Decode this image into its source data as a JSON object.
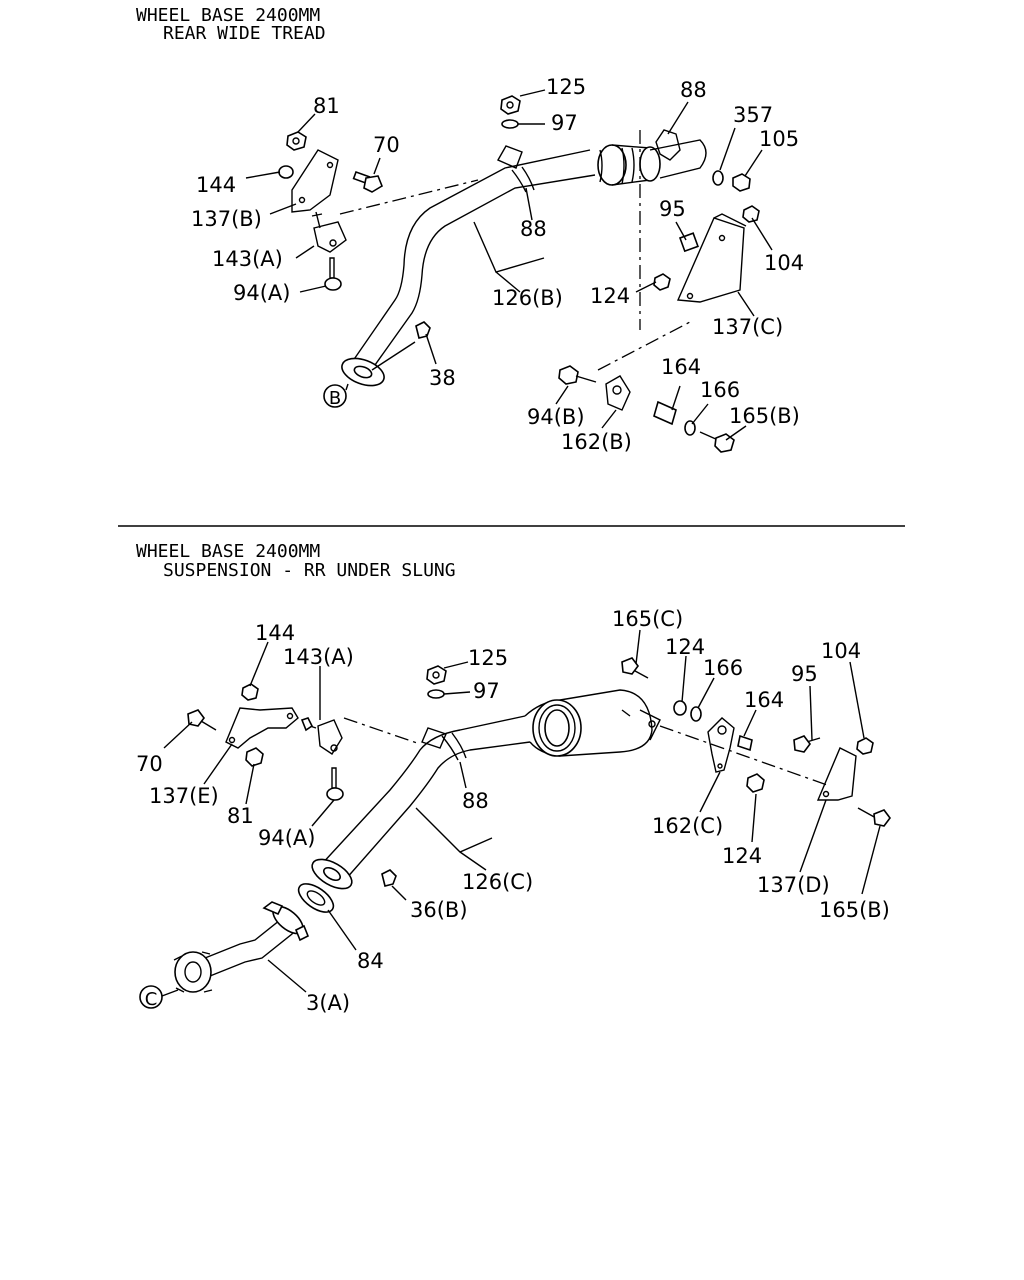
{
  "top": {
    "heading_line1": "WHEEL BASE 2400MM",
    "heading_line2": "REAR WIDE TREAD",
    "labels": {
      "l125": "125",
      "l97": "97",
      "l88a": "88",
      "l357": "357",
      "l105": "105",
      "l81": "81",
      "l70": "70",
      "l144": "144",
      "l137b": "137(B)",
      "l88b": "88",
      "l143a": "143(A)",
      "l94a": "94(A)",
      "l126b": "126(B)",
      "l95": "95",
      "l104": "104",
      "l124": "124",
      "l137c": "137(C)",
      "l38": "38",
      "l164": "164",
      "l166": "166",
      "l94b": "94(B)",
      "l165b": "165(B)",
      "l162b": "162(B)",
      "callout": "B"
    }
  },
  "bottom": {
    "heading_line1": "WHEEL BASE 2400MM",
    "heading_line2": "SUSPENSION - RR UNDER SLUNG",
    "labels": {
      "l165c": "165(C)",
      "l144": "144",
      "l143a": "143(A)",
      "l125": "125",
      "l124a": "124",
      "l166": "166",
      "l104": "104",
      "l97": "97",
      "l95": "95",
      "l164": "164",
      "l70": "70",
      "l137e": "137(E)",
      "l88": "88",
      "l81": "81",
      "l94a": "94(A)",
      "l162c": "162(C)",
      "l124b": "124",
      "l126c": "126(C)",
      "l137d": "137(D)",
      "l36b": "36(B)",
      "l165b": "165(B)",
      "l84": "84",
      "l3a": "3(A)",
      "callout": "C"
    }
  }
}
